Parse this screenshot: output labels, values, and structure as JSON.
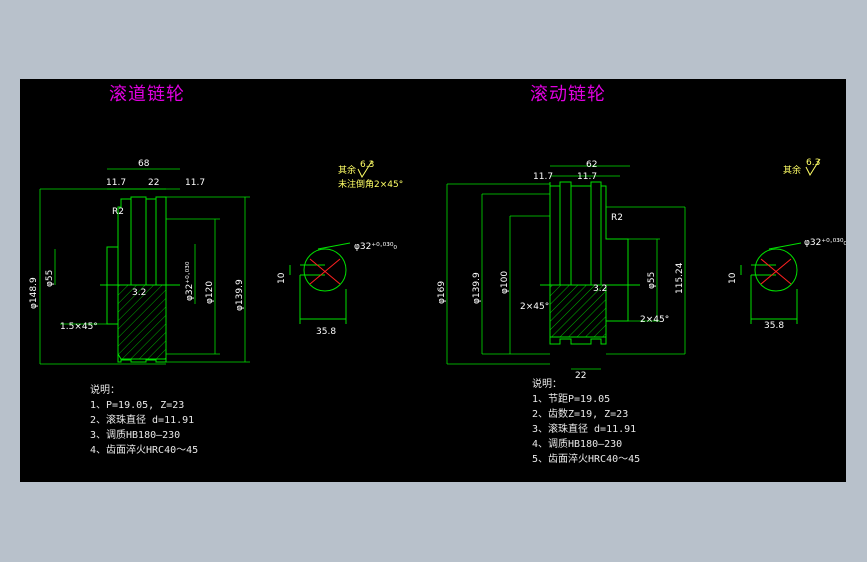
{
  "colors": {
    "background": "#b8c1cb",
    "canvas": "#000000",
    "outline": "#00e000",
    "dimension": "#00e000",
    "title": "#e000e0",
    "hatch": "#00a000"
  },
  "left": {
    "title": "滚道链轮",
    "finish_note": "其余",
    "finish_value": "6.3",
    "chamfer_note": "未注倒角2×45°",
    "dims": {
      "width": "68",
      "hub_l": "11.7",
      "tooth_w": "22",
      "hub_r": "11.7",
      "r2": "R2",
      "d_outer": "φ148.9",
      "d_55": "φ55",
      "d_32": "φ32⁺⁰·⁰³⁰",
      "d_120": "φ120",
      "d_139": "φ139.9",
      "chamfer": "1.5×45°",
      "finish": "3.2",
      "key_10": "10",
      "key_35": "35.8",
      "bore": "φ32⁺⁰·⁰³⁰₀"
    },
    "notes_title": "说明：",
    "notes": [
      "1、P=19.05, Z=23",
      "2、滚珠直径 d=11.91",
      "3、调质HB180—230",
      "4、齿面淬火HRC40～45"
    ]
  },
  "right": {
    "title": "滚动链轮",
    "finish_note": "其余",
    "finish_value": "6.3",
    "dims": {
      "width": "62",
      "hub_l": "11.7",
      "tooth_w": "11.7",
      "r2": "R2",
      "d_outer": "φ169",
      "d_139": "φ139.9",
      "d_100": "φ100",
      "d_55": "φ55",
      "d_115": "115.24",
      "chamfer_l": "2×45°",
      "chamfer_r": "2×45°",
      "finish": "3.2",
      "bottom": "22",
      "key_10": "10",
      "key_35": "35.8",
      "bore": "φ32⁺⁰·⁰³⁰₀"
    },
    "notes_title": "说明：",
    "notes": [
      "1、节距P=19.05",
      "2、齿数Z=19, Z=23",
      "3、滚珠直径 d=11.91",
      "4、调质HB180—230",
      "5、齿面淬火HRC40～45"
    ]
  }
}
